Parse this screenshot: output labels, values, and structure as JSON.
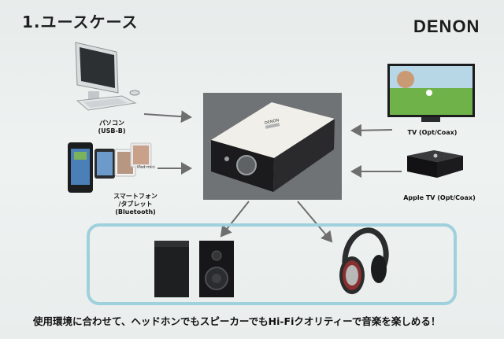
{
  "slide": {
    "title": "1.ユースケース",
    "brand": "DENON",
    "tagline": "使用環境に合わせて、ヘッドホンでもスピーカーでもHi-Fiクオリティーで音楽を楽しめる！"
  },
  "sources_left": {
    "pc": {
      "label_line1": "パソコン",
      "label_line2": "(USB-B)",
      "icon": "desktop-computer-icon"
    },
    "mobile": {
      "label_line1": "スマートフォン",
      "label_line2": "/タブレット",
      "label_line3": "(Bluetooth)",
      "icon": "smartphone-tablet-icon",
      "small_label": "iPad mini"
    }
  },
  "sources_right": {
    "tv": {
      "label": "TV (Opt/Coax)",
      "icon": "television-icon"
    },
    "apple_tv": {
      "label": "Apple TV (Opt/Coax)",
      "icon": "apple-tv-icon"
    }
  },
  "center": {
    "icon": "usb-dac-amplifier-icon",
    "badge": "DENON"
  },
  "outputs": {
    "speakers": {
      "icon": "speakers-icon"
    },
    "headphones": {
      "icon": "headphones-icon"
    }
  },
  "colors": {
    "background": "#e9eeed",
    "frame": "#9fd0dd",
    "arrow": "#6e6e6e"
  }
}
